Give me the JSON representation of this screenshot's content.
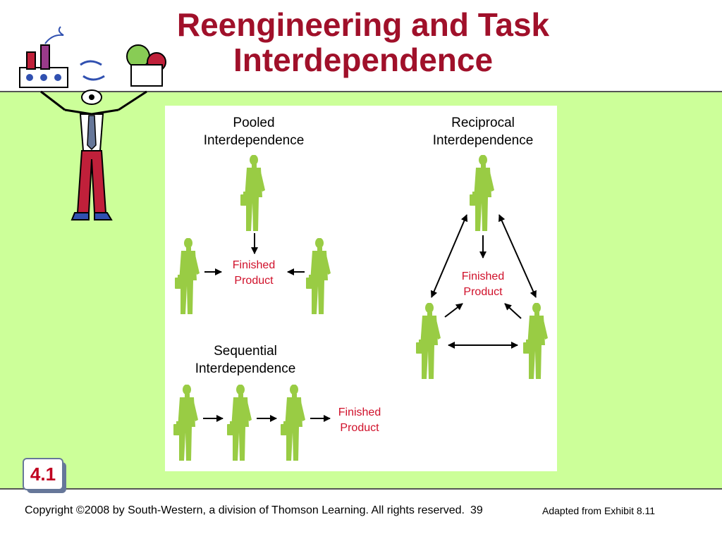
{
  "slide": {
    "title_line1": "Reengineering and Task",
    "title_line2": "Interdependence",
    "exhibit_badge": "4.1",
    "copyright": "Copyright ©2008 by South-Western, a division of Thomson Learning.  All rights reserved.",
    "page_number": "39",
    "credit": "Adapted from Exhibit 8.11"
  },
  "diagram": {
    "pooled": {
      "title_line1": "Pooled",
      "title_line2": "Interdependence",
      "product_line1": "Finished",
      "product_line2": "Product"
    },
    "reciprocal": {
      "title_line1": "Reciprocal",
      "title_line2": "Interdependence",
      "product_line1": "Finished",
      "product_line2": "Product"
    },
    "sequential": {
      "title_line1": "Sequential",
      "title_line2": "Interdependence",
      "product_line1": "Finished",
      "product_line2": "Product"
    }
  },
  "colors": {
    "title": "#a0102a",
    "background_band": "#ccff99",
    "figure": "#99cc44",
    "product_text": "#d0102a",
    "badge_border": "#667799"
  },
  "icons": {
    "clipart": "businessman-juggling-office-icon",
    "figure": "person-with-briefcase-icon"
  }
}
